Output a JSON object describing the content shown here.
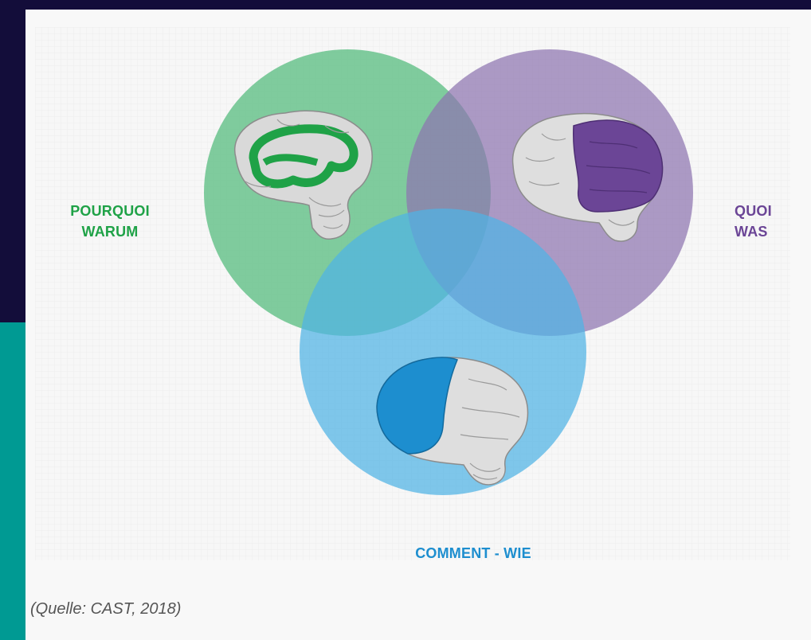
{
  "diagram": {
    "labels": {
      "why_line1": "POURQUOI",
      "why_line2": "WARUM",
      "what_line1": "QUOI",
      "what_line2": "WAS",
      "how": "COMMENT - WIE"
    },
    "caption": "(Quelle: CAST, 2018)",
    "colors": {
      "why": "#1fa247",
      "what": "#6b4596",
      "how": "#1d8ecf",
      "circle_why": "#5dbf84",
      "circle_what": "#9a84b8",
      "circle_how": "#5ab8e6",
      "frame_dark": "#130d3a",
      "frame_teal": "#009a93"
    },
    "icons": [
      "brain-affective-icon",
      "brain-recognition-icon",
      "brain-strategic-icon"
    ]
  }
}
